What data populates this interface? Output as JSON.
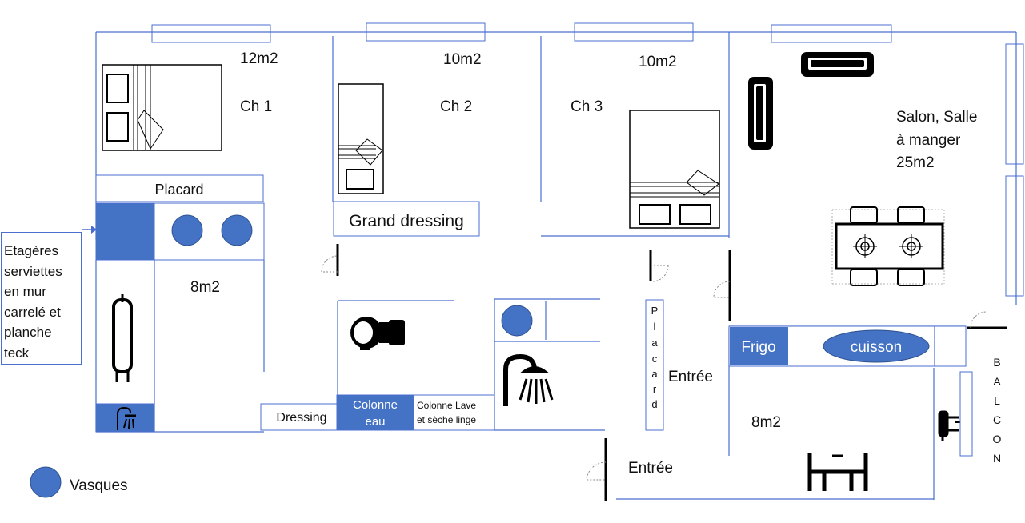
{
  "rooms": {
    "ch1": {
      "name": "Ch 1",
      "area": "12m2"
    },
    "ch2": {
      "name": "Ch 2",
      "area": "10m2"
    },
    "ch3": {
      "name": "Ch 3",
      "area": "10m2"
    },
    "salon": {
      "name_line1": "Salon, Salle",
      "name_line2": "à manger",
      "area": "25m2"
    },
    "bathroom": {
      "area": "8m2"
    },
    "kitchen": {
      "area": "8m2"
    }
  },
  "labels": {
    "placard": "Placard",
    "grand_dressing": "Grand dressing",
    "dressing": "Dressing",
    "colonne_eau_line1": "Colonne",
    "colonne_eau_line2": "eau",
    "colonne_lave_line1": "Colonne Lave",
    "colonne_lave_line2": "et sèche linge",
    "placard_vertical": [
      "P",
      "l",
      "a",
      "c",
      "a",
      "r",
      "d"
    ],
    "entree_1": "Entrée",
    "entree_2": "Entrée",
    "frigo": "Frigo",
    "cuisson": "cuisson",
    "balcon": [
      "B",
      "A",
      "L",
      "C",
      "O",
      "N"
    ]
  },
  "note": "Etagères\nserviettes\nen mur\ncarrelé et\nplanche\nteck",
  "legend": {
    "label": "Vasques"
  },
  "icons": [
    "bed-icon",
    "sofa-icon",
    "dining-table-icon",
    "toilet-icon",
    "shower-icon",
    "bathtub-icon",
    "sink-icon",
    "door-icon",
    "window-icon",
    "faucet-icon",
    "stool-icon"
  ],
  "colors": {
    "wall": "#4a6fd0",
    "fixture": "#4472c4",
    "text": "#111111",
    "furniture": "#000000"
  }
}
